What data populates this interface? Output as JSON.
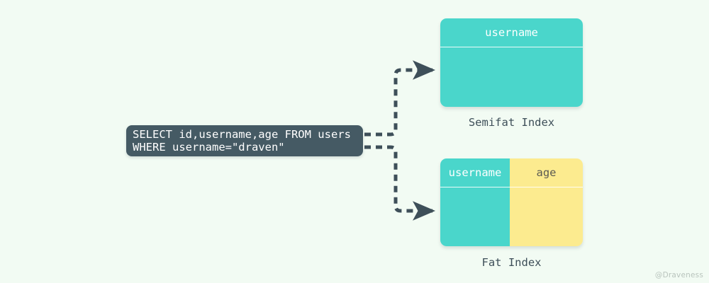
{
  "theme": {
    "background": "#f2fbf3",
    "teal": "#4ad6cb",
    "yellow": "#fceb8f",
    "slate": "#455a64",
    "arrow": "#3e4f59",
    "header_text_on_teal": "#ffffff",
    "header_text_on_yellow": "#5a5a52",
    "caption_text": "#3e4f59",
    "watermark_text": "#b9c4bd"
  },
  "query": {
    "line1": "SELECT id,username,age FROM users",
    "line2": "WHERE username=\"draven\""
  },
  "indexes": [
    {
      "id": "semifat",
      "caption": "Semifat Index",
      "columns": [
        {
          "name": "username",
          "color": "teal"
        }
      ]
    },
    {
      "id": "fat",
      "caption": "Fat Index",
      "columns": [
        {
          "name": "username",
          "color": "teal"
        },
        {
          "name": "age",
          "color": "yellow"
        }
      ]
    }
  ],
  "connectors": [
    {
      "from": "query",
      "to": "semifat",
      "style": "dashed-arrow"
    },
    {
      "from": "query",
      "to": "fat",
      "style": "dashed-arrow"
    }
  ],
  "watermark": "@Draveness"
}
